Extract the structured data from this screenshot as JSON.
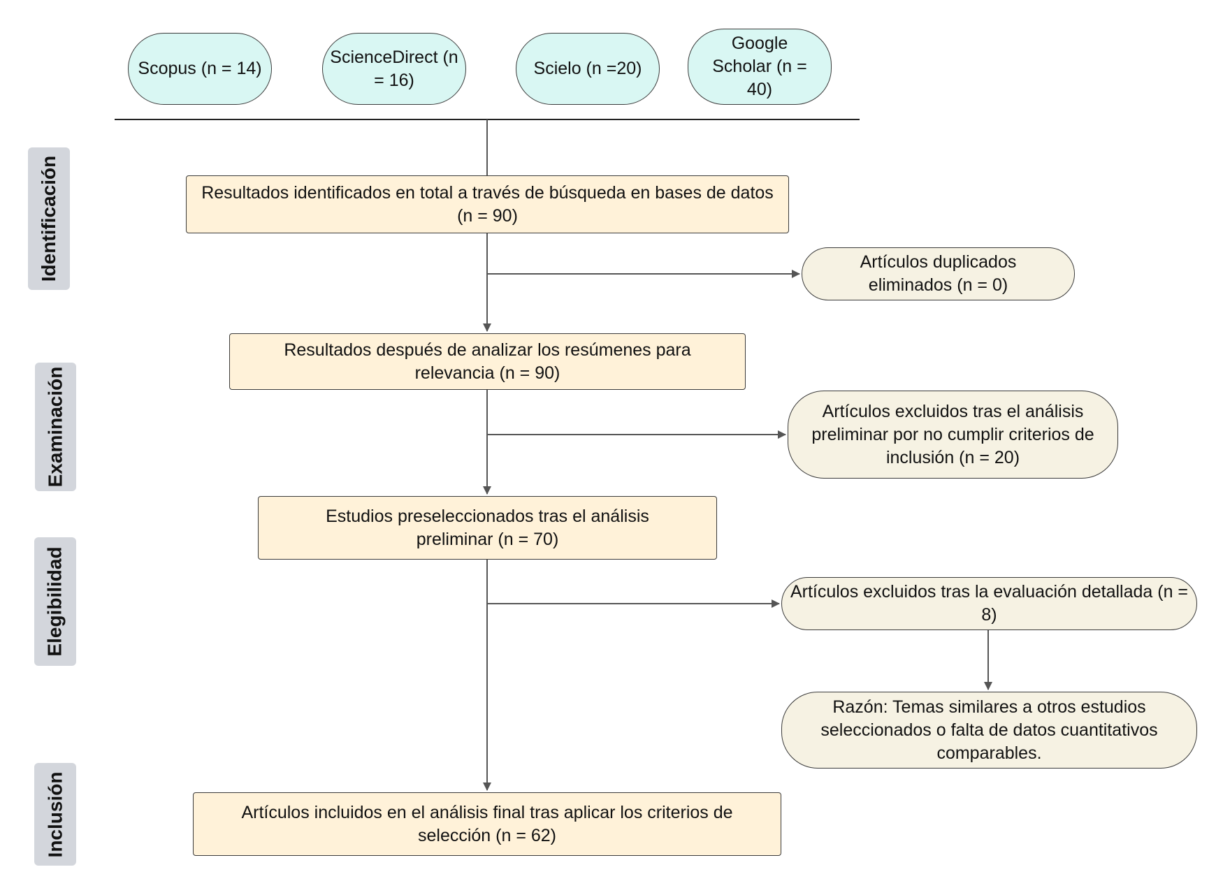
{
  "phases": {
    "identificacion": "Identificación",
    "examinacion": "Examinación",
    "elegibilidad": "Elegibilidad",
    "inclusion": "Inclusión"
  },
  "sources": {
    "scopus": "Scopus (n = 14)",
    "sciencedirect": "ScienceDirect (n = 16)",
    "scielo": "Scielo (n =20)",
    "google_scholar": "Google Scholar (n = 40)"
  },
  "boxes": {
    "identified": "Resultados identificados en total a través de búsqueda en bases de datos (n = 90)",
    "screened": "Resultados después de analizar los resúmenes para relevancia (n = 90)",
    "preselected": "Estudios preseleccionados tras el análisis preliminar (n = 70)",
    "included": "Artículos incluidos en el análisis final tras aplicar los criterios de selección (n = 62)"
  },
  "exclusions": {
    "duplicates": "Artículos duplicados eliminados (n = 0)",
    "preliminary": "Artículos excluidos tras el análisis preliminar por no cumplir criterios de inclusión (n = 20)",
    "detailed": "Artículos excluidos tras la evaluación detallada (n = 8)",
    "reason": "Razón: Temas similares a otros estudios seleccionados o falta de datos cuantitativos comparables."
  }
}
